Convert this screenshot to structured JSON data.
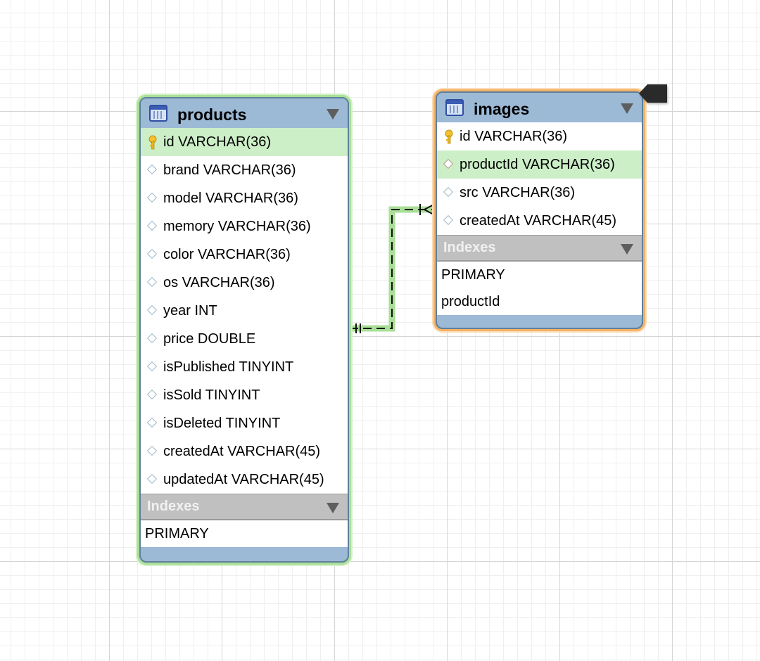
{
  "tables": {
    "products": {
      "name": "products",
      "columns": [
        {
          "label": "id VARCHAR(36)",
          "kind": "primary-key"
        },
        {
          "label": "brand VARCHAR(36)",
          "kind": "column"
        },
        {
          "label": "model VARCHAR(36)",
          "kind": "column"
        },
        {
          "label": "memory VARCHAR(36)",
          "kind": "column"
        },
        {
          "label": "color VARCHAR(36)",
          "kind": "column"
        },
        {
          "label": "os VARCHAR(36)",
          "kind": "column"
        },
        {
          "label": "year INT",
          "kind": "column"
        },
        {
          "label": "price DOUBLE",
          "kind": "column"
        },
        {
          "label": "isPublished TINYINT",
          "kind": "column"
        },
        {
          "label": "isSold TINYINT",
          "kind": "column"
        },
        {
          "label": "isDeleted TINYINT",
          "kind": "column"
        },
        {
          "label": "createdAt VARCHAR(45)",
          "kind": "column"
        },
        {
          "label": "updatedAt VARCHAR(45)",
          "kind": "column"
        }
      ],
      "indexes_label": "Indexes",
      "indexes": [
        "PRIMARY"
      ],
      "highlight_color": "#a9df97"
    },
    "images": {
      "name": "images",
      "columns": [
        {
          "label": "id VARCHAR(36)",
          "kind": "primary-key"
        },
        {
          "label": "productId VARCHAR(36)",
          "kind": "foreign-key"
        },
        {
          "label": "src VARCHAR(36)",
          "kind": "column"
        },
        {
          "label": "createdAt VARCHAR(45)",
          "kind": "column"
        }
      ],
      "indexes_label": "Indexes",
      "indexes": [
        "PRIMARY",
        "productId"
      ],
      "highlight_color": "#f4b266"
    }
  },
  "relationship": {
    "from_table": "products",
    "to_table": "images",
    "cardinality": "one-to-many",
    "line_color": "#a9df97"
  },
  "icons": {
    "table": "table-icon",
    "primary_key": "key-icon",
    "column": "diamond-icon",
    "collapse": "triangle-down-icon",
    "marker": "tag-marker-icon"
  }
}
